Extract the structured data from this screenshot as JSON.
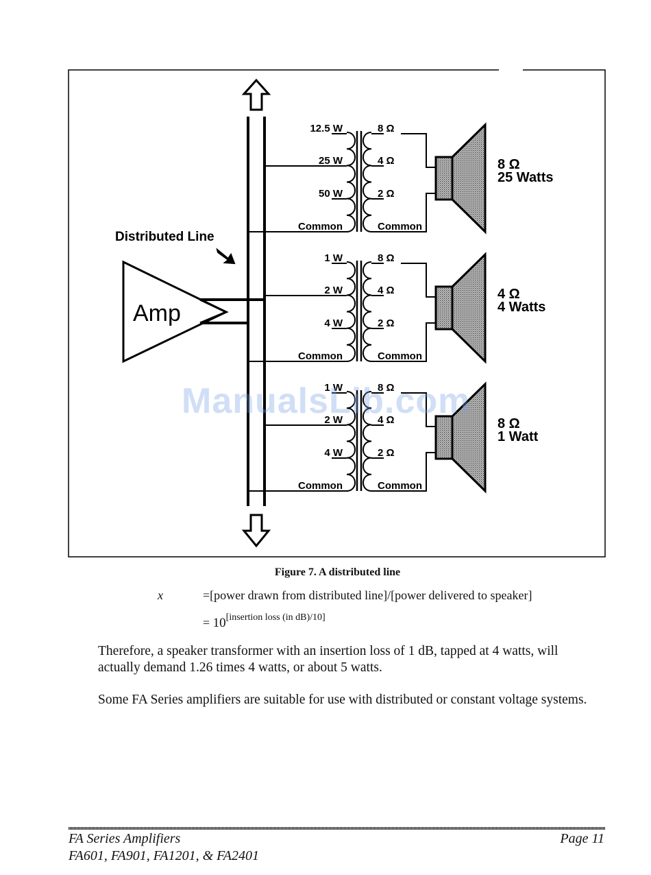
{
  "figure": {
    "distributed_line_label": "Distributed Line",
    "amp_label": "Amp",
    "groups": [
      {
        "primary_taps": [
          "12.5 W",
          "25 W",
          "50 W",
          "Common"
        ],
        "secondary_taps": [
          "8 Ω",
          "4 Ω",
          "2 Ω",
          "Common"
        ],
        "speaker_impedance": "8 Ω",
        "speaker_power": "25 Watts"
      },
      {
        "primary_taps": [
          "1 W",
          "2 W",
          "4 W",
          "Common"
        ],
        "secondary_taps": [
          "8 Ω",
          "4 Ω",
          "2 Ω",
          "Common"
        ],
        "speaker_impedance": "4 Ω",
        "speaker_power": "4 Watts"
      },
      {
        "primary_taps": [
          "1 W",
          "2 W",
          "4 W",
          "Common"
        ],
        "secondary_taps": [
          "8 Ω",
          "4 Ω",
          "2 Ω",
          "Common"
        ],
        "speaker_impedance": "8 Ω",
        "speaker_power": "1 Watt"
      }
    ],
    "caption": "Figure 7. A distributed line"
  },
  "equation": {
    "variable": "x",
    "line1": "=[power drawn from distributed line]/[power delivered to speaker]",
    "line2_prefix": "= ",
    "line2_base": "10",
    "line2_exponent": "[insertion loss (in dB)/10]"
  },
  "paragraphs": {
    "p1": "Therefore, a speaker transformer with an insertion loss of 1 dB, tapped at 4 watts, will actually demand 1.26 times 4 watts, or about 5 watts.",
    "p2": "Some FA Series amplifiers are suitable for use with distributed or constant voltage systems."
  },
  "footer": {
    "series_title": "FA Series Amplifiers",
    "models": "FA601, FA901, FA1201, & FA2401",
    "page": "Page 11"
  },
  "watermark": "ManualsLib.com"
}
